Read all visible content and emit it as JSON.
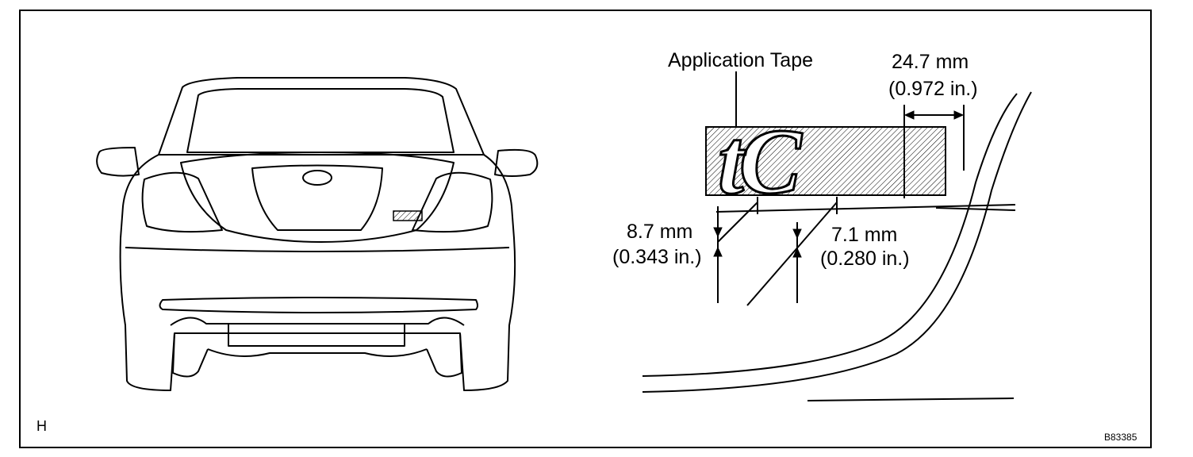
{
  "callout": {
    "application_tape": "Application Tape"
  },
  "dimensions": {
    "horizontal": {
      "mm": "24.7 mm",
      "inch": "(0.972 in.)"
    },
    "left_vertical": {
      "mm": "8.7 mm",
      "inch": "(0.343 in.)"
    },
    "right_vertical": {
      "mm": "7.1 mm",
      "inch": "(0.280 in.)"
    }
  },
  "emblem": {
    "text": "tC"
  },
  "corner_marks": {
    "view_code": "H",
    "figure_id": "B83385"
  },
  "colors": {
    "line": "#000000",
    "hatch": "#000000",
    "background": "#ffffff"
  }
}
